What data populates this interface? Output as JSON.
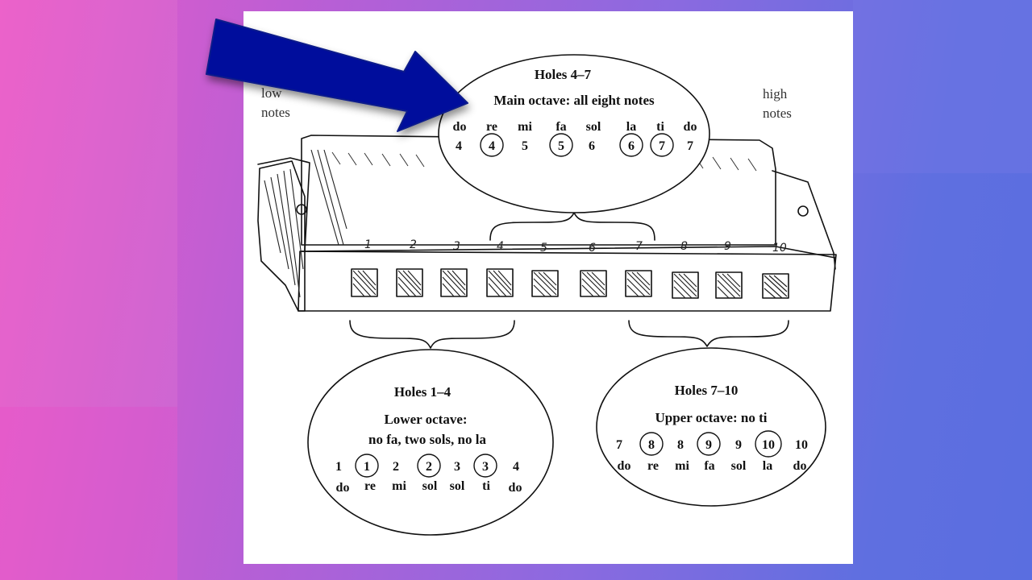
{
  "colors": {
    "arrow": "#020e9c",
    "paper": "#ffffff",
    "ink": "#111111"
  },
  "arrow_icon": "arrow-down-right",
  "side_labels": {
    "low_1": "low",
    "low_2": "notes",
    "high_1": "high",
    "high_2": "notes"
  },
  "main_bubble": {
    "title": "Holes 4–7",
    "subtitle": "Main octave:  all eight notes",
    "solfege": [
      "do",
      "re",
      "mi",
      "fa",
      "sol",
      "la",
      "ti",
      "do"
    ],
    "holes": [
      "4",
      "4",
      "5",
      "5",
      "6",
      "6",
      "7",
      "7"
    ]
  },
  "lower_bubble": {
    "title": "Holes 1–4",
    "subtitle": "Lower octave:",
    "subtitle2": "no fa, two sols, no la",
    "holes": [
      "1",
      "1",
      "2",
      "2",
      "3",
      "3",
      "4"
    ],
    "solfege": [
      "do",
      "re",
      "mi",
      "sol",
      "sol",
      "ti",
      "do"
    ]
  },
  "upper_bubble": {
    "title": "Holes 7–10",
    "subtitle": "Upper octave:  no ti",
    "holes": [
      "7",
      "8",
      "8",
      "9",
      "9",
      "10",
      "10"
    ],
    "solfege": [
      "do",
      "re",
      "mi",
      "fa",
      "sol",
      "la",
      "do"
    ]
  },
  "hole_numbers": [
    "1",
    "2",
    "3",
    "4",
    "5",
    "6",
    "7",
    "8",
    "9",
    "10"
  ]
}
